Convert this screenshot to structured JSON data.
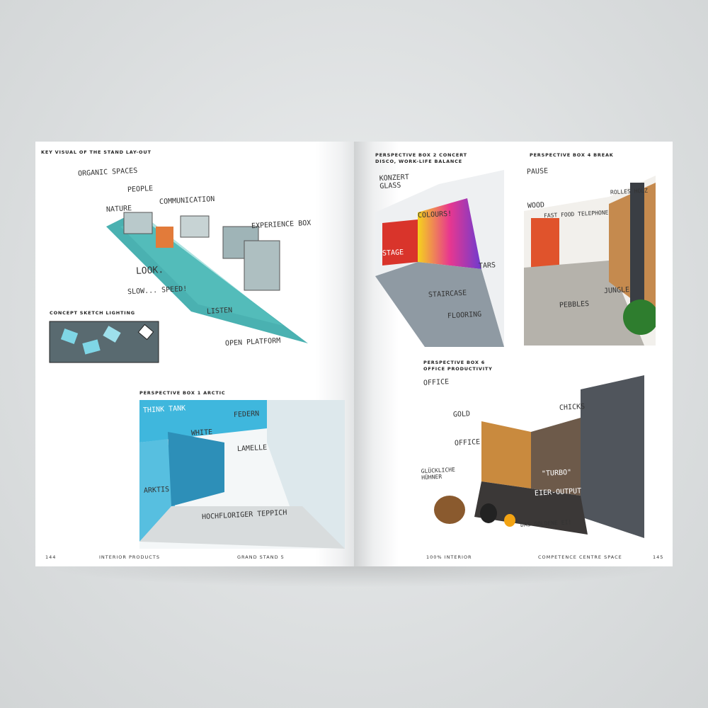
{
  "left_page": {
    "captions": {
      "key_visual": "KEY VISUAL OF THE STAND LAY-OUT",
      "lighting": "CONCEPT SKETCH LIGHTING",
      "box1": "PERSPECTIVE BOX 1 ARCTIC"
    },
    "annotations": {
      "a1": "ORGANIC SPACES",
      "a2": "PEOPLE",
      "a3": "COMMUNICATION",
      "a4": "NATURE",
      "a5": "EXPERIENCE BOX",
      "a6": "LOOK.",
      "a7": "SLOW... SPEED!",
      "a8": "LISTEN",
      "a9": "OPEN PLATFORM",
      "b1": "THINK TANK",
      "b2": "WHITE",
      "b3": "FEDERN",
      "b4": "LAMELLE",
      "b5": "ARKTIS",
      "b6": "HOCHFLORIGER TEPPICH"
    },
    "footer": {
      "page_number": "144",
      "left": "INTERIOR PRODUCTS",
      "right": "GRAND STAND 5"
    }
  },
  "right_page": {
    "captions": {
      "box2": "PERSPECTIVE BOX 2 CONCERT\nDISCO, WORK-LIFE BALANCE",
      "box4": "PERSPECTIVE BOX 4 BREAK",
      "box6": "PERSPECTIVE BOX 6\nOFFICE PRODUCTIVITY"
    },
    "annotations": {
      "c1": "KONZERT\nGLASS",
      "c2": "COLOURS!",
      "c3": "STAGE",
      "c4": "TARS",
      "c5": "STAIRCASE",
      "c6": "FLOORING",
      "d1": "PAUSE",
      "d2": "WOOD",
      "d3": "FAST FOOD TELEPHONE",
      "d4": "ROLLES HOLZ",
      "d5": "PEBBLES",
      "d6": "JUNGLE",
      "e1": "OFFICE",
      "e2": "GOLD",
      "e3": "OFFICE",
      "e4": "CHICKS",
      "e5": "\"TURBO\"",
      "e6": "GLÜCKLICHE\nHÜHNER",
      "e7": "EIER-OUTPUT",
      "e8": "DAS GOLDENE EI!"
    },
    "footer": {
      "left": "100% INTERIOR",
      "center": "COMPETENCE CENTRE SPACE",
      "page_number": "145"
    }
  }
}
